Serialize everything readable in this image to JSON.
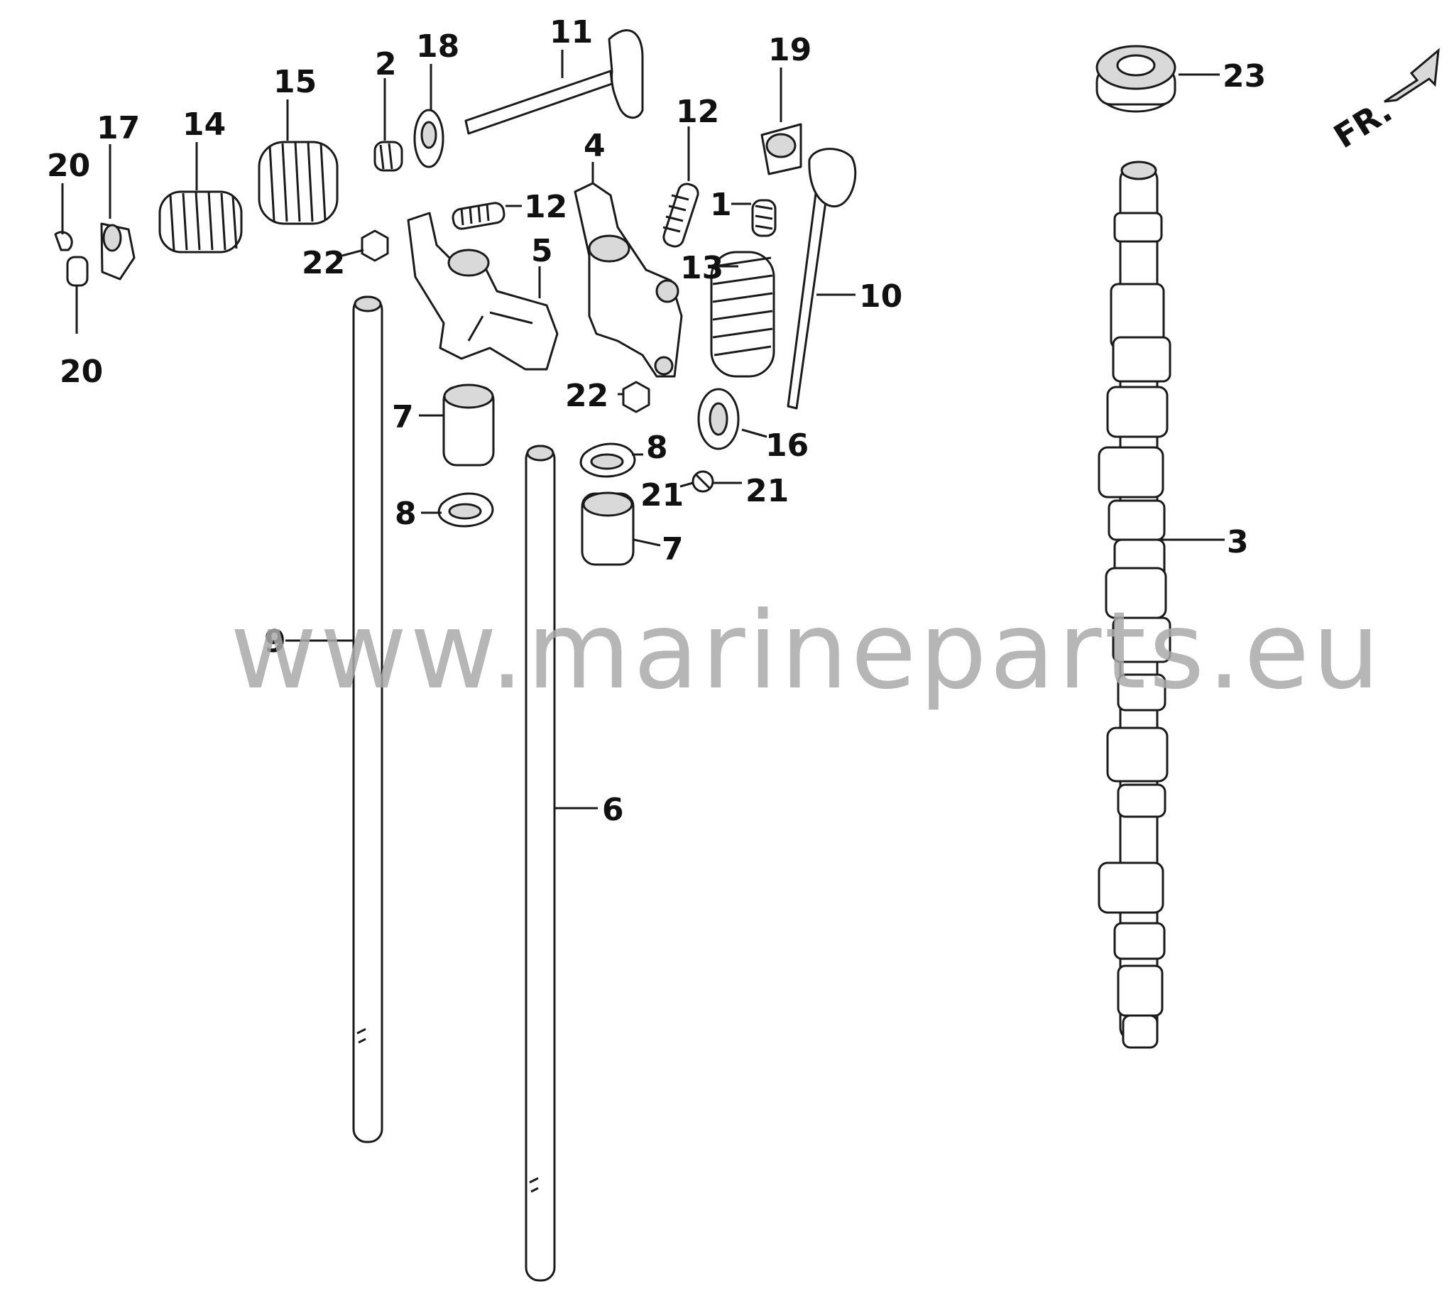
{
  "diagram": {
    "front_badge": "FR.",
    "watermark": "www.marineparts.eu",
    "callouts": [
      {
        "id": "c20a",
        "label": "20"
      },
      {
        "id": "c20b",
        "label": "20"
      },
      {
        "id": "c17",
        "label": "17"
      },
      {
        "id": "c14",
        "label": "14"
      },
      {
        "id": "c15",
        "label": "15"
      },
      {
        "id": "c2",
        "label": "2"
      },
      {
        "id": "c18",
        "label": "18"
      },
      {
        "id": "c11",
        "label": "11"
      },
      {
        "id": "c12a",
        "label": "12"
      },
      {
        "id": "c12b",
        "label": "12"
      },
      {
        "id": "c19",
        "label": "19"
      },
      {
        "id": "c23",
        "label": "23"
      },
      {
        "id": "c4",
        "label": "4"
      },
      {
        "id": "c1",
        "label": "1"
      },
      {
        "id": "c22a",
        "label": "22"
      },
      {
        "id": "c5",
        "label": "5"
      },
      {
        "id": "c13",
        "label": "13"
      },
      {
        "id": "c10",
        "label": "10"
      },
      {
        "id": "c7a",
        "label": "7"
      },
      {
        "id": "c22b",
        "label": "22"
      },
      {
        "id": "c8a",
        "label": "8"
      },
      {
        "id": "c16",
        "label": "16"
      },
      {
        "id": "c8b",
        "label": "8"
      },
      {
        "id": "c21a",
        "label": "21"
      },
      {
        "id": "c21b",
        "label": "21"
      },
      {
        "id": "c7b",
        "label": "7"
      },
      {
        "id": "c3",
        "label": "3"
      },
      {
        "id": "c9",
        "label": "9"
      },
      {
        "id": "c6",
        "label": "6"
      }
    ]
  }
}
